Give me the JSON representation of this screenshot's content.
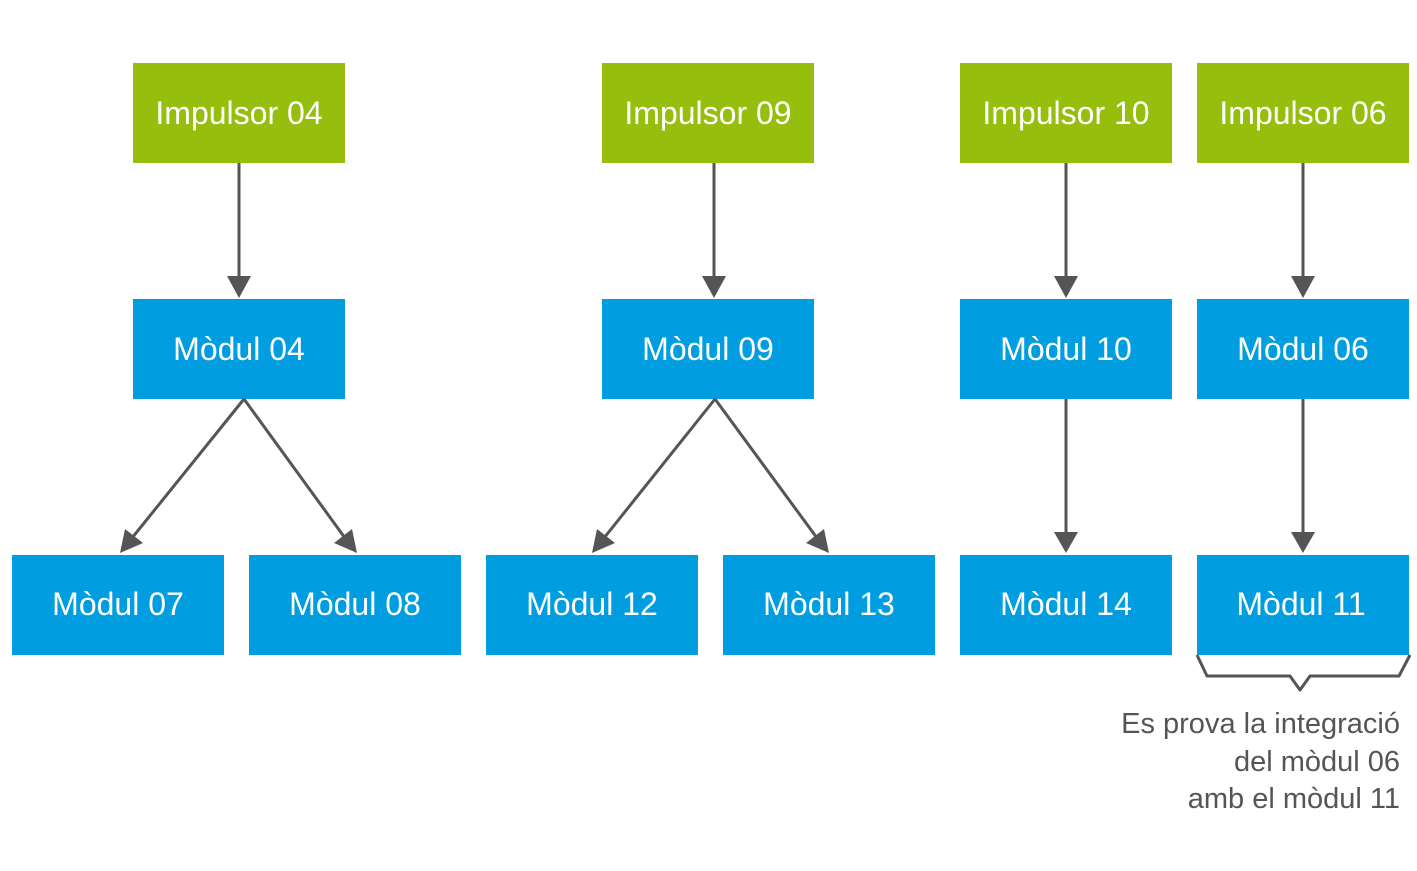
{
  "boxes": {
    "impulsor_04": "Impulsor 04",
    "impulsor_09": "Impulsor 09",
    "impulsor_10": "Impulsor 10",
    "impulsor_06": "Impulsor 06",
    "modul_04": "Mòdul 04",
    "modul_09": "Mòdul 09",
    "modul_10": "Mòdul 10",
    "modul_06": "Mòdul 06",
    "modul_07": "Mòdul 07",
    "modul_08": "Mòdul 08",
    "modul_12": "Mòdul 12",
    "modul_13": "Mòdul 13",
    "modul_14": "Mòdul 14",
    "modul_11": "Mòdul 11"
  },
  "note": {
    "line1": "Es prova la integració",
    "line2": "del mòdul 06",
    "line3": "amb el mòdul 11"
  },
  "colors": {
    "driver": "#95BE0D",
    "module": "#009EE0",
    "connector": "#555555",
    "note_text": "#555555"
  }
}
